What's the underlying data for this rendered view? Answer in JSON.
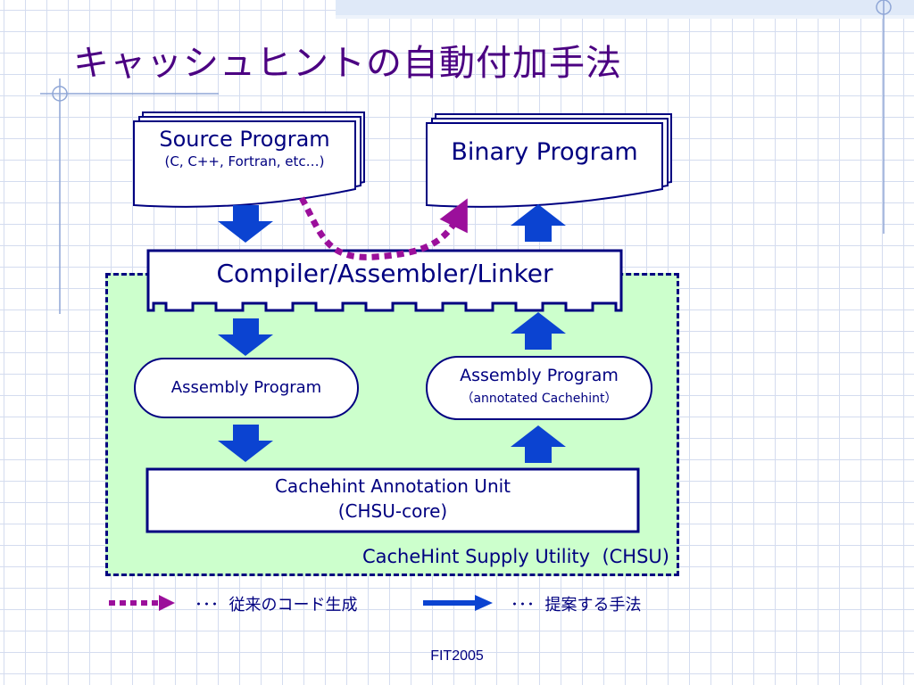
{
  "slide": {
    "title": "キャッシュヒントの自動付加手法",
    "footer": "FIT2005"
  },
  "diagram": {
    "source_program": {
      "title": "Source Program",
      "subtitle": "(C, C++, Fortran, etc…)"
    },
    "binary_program": {
      "title": "Binary Program"
    },
    "compiler": {
      "label": "Compiler/Assembler/Linker"
    },
    "assembly_left": {
      "label": "Assembly Program"
    },
    "assembly_right": {
      "title": "Assembly Program",
      "subtitle": "（annotated Cachehint）"
    },
    "annotation_unit": {
      "line1": "Cachehint Annotation Unit",
      "line2": "(CHSU-core)"
    },
    "chsu_label": "CacheHint Supply Utility  (CHSU)"
  },
  "legend": {
    "conventional": "･･･  従来のコード生成",
    "proposed": "･･･  提案する手法"
  },
  "colors": {
    "title": "#4b0082",
    "text": "#000080",
    "arrow_blue": "#0b43d1",
    "arrow_purple": "#9b0f9b",
    "chsu_fill": "#ccffcc",
    "border": "#000080"
  }
}
